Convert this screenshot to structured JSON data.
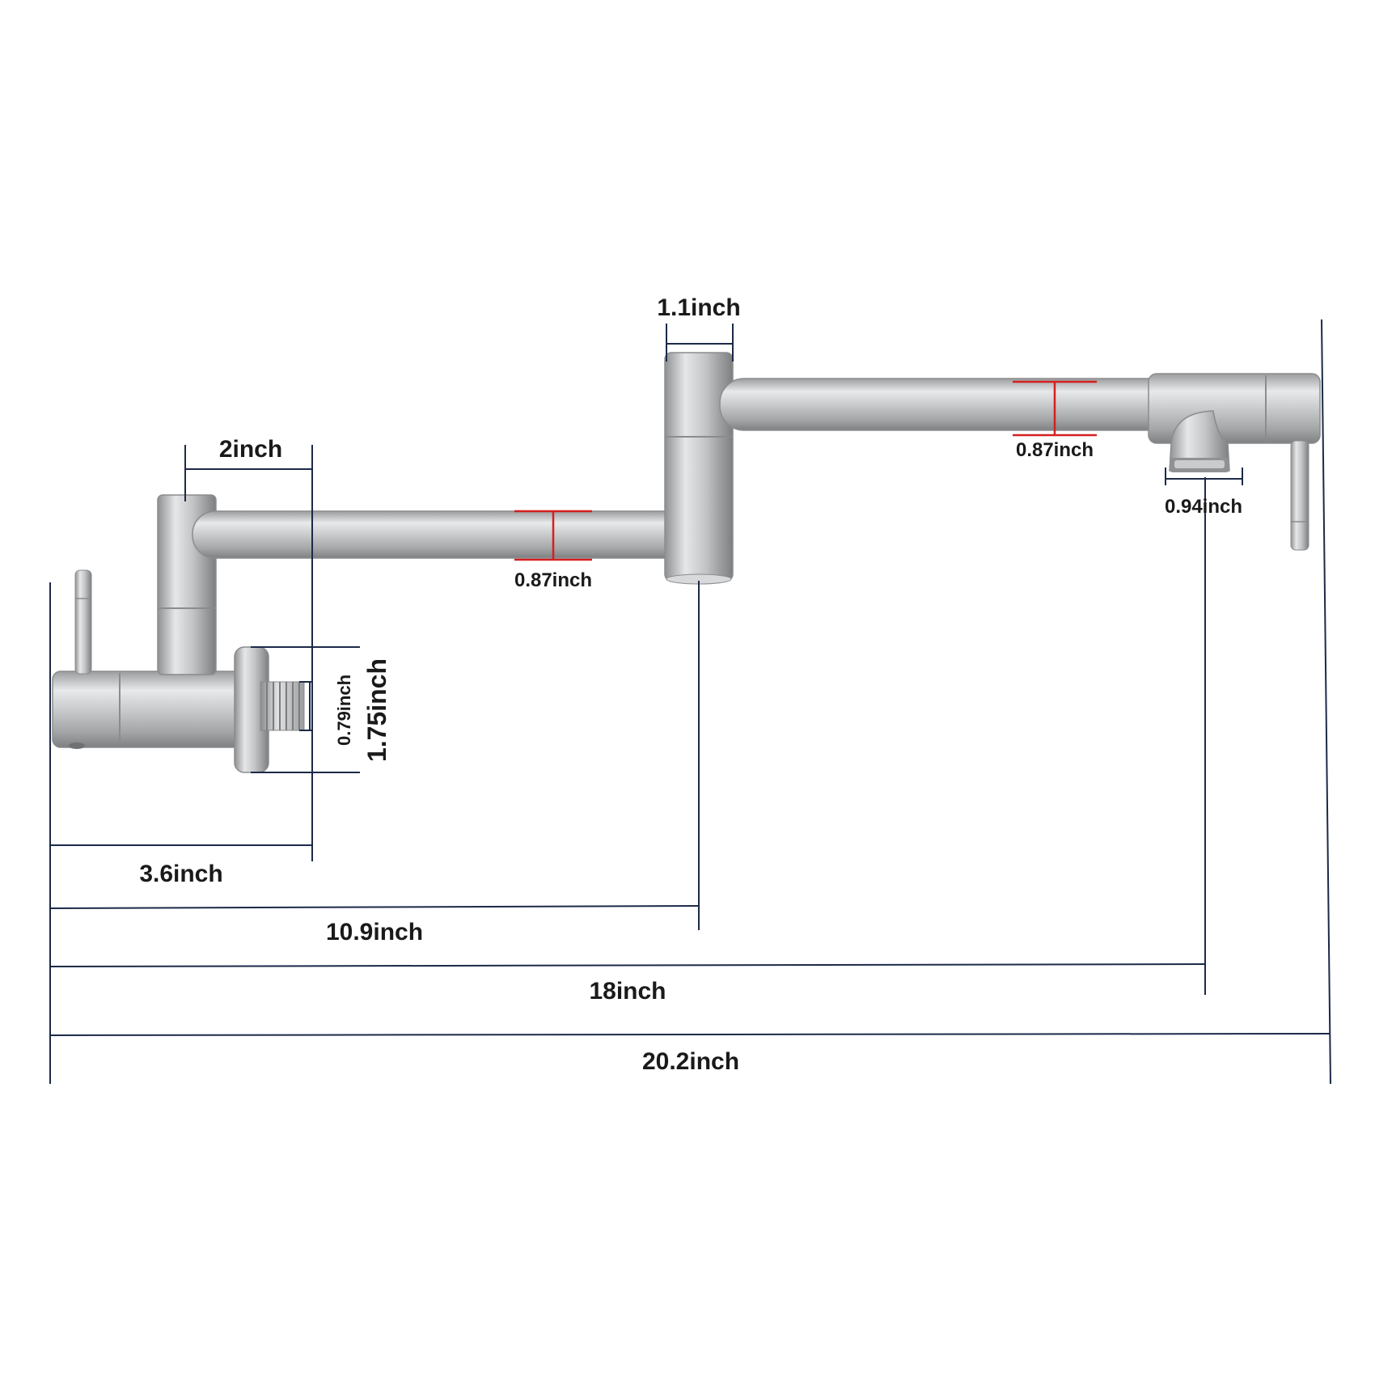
{
  "diagram": {
    "subject": "wall-mount pot filler faucet dimensions",
    "colors": {
      "background": "#ffffff",
      "dimension_line": "#1c2a48",
      "diameter_marker": "#d42020",
      "label_text": "#1a1a1a",
      "metal": "#c9cbcd"
    },
    "labels": {
      "top_column_width": "1.1inch",
      "first_column_offset": "2inch",
      "arm1_diameter": "0.87inch",
      "arm2_diameter": "0.87inch",
      "aerator_width": "0.94inch",
      "thread_diameter": "0.79inch",
      "flange_height": "1.75inch",
      "wall_to_first_column": "3.6inch",
      "wall_to_second_column": "10.9inch",
      "wall_to_spout": "18inch",
      "overall_length": "20.2inch"
    }
  }
}
